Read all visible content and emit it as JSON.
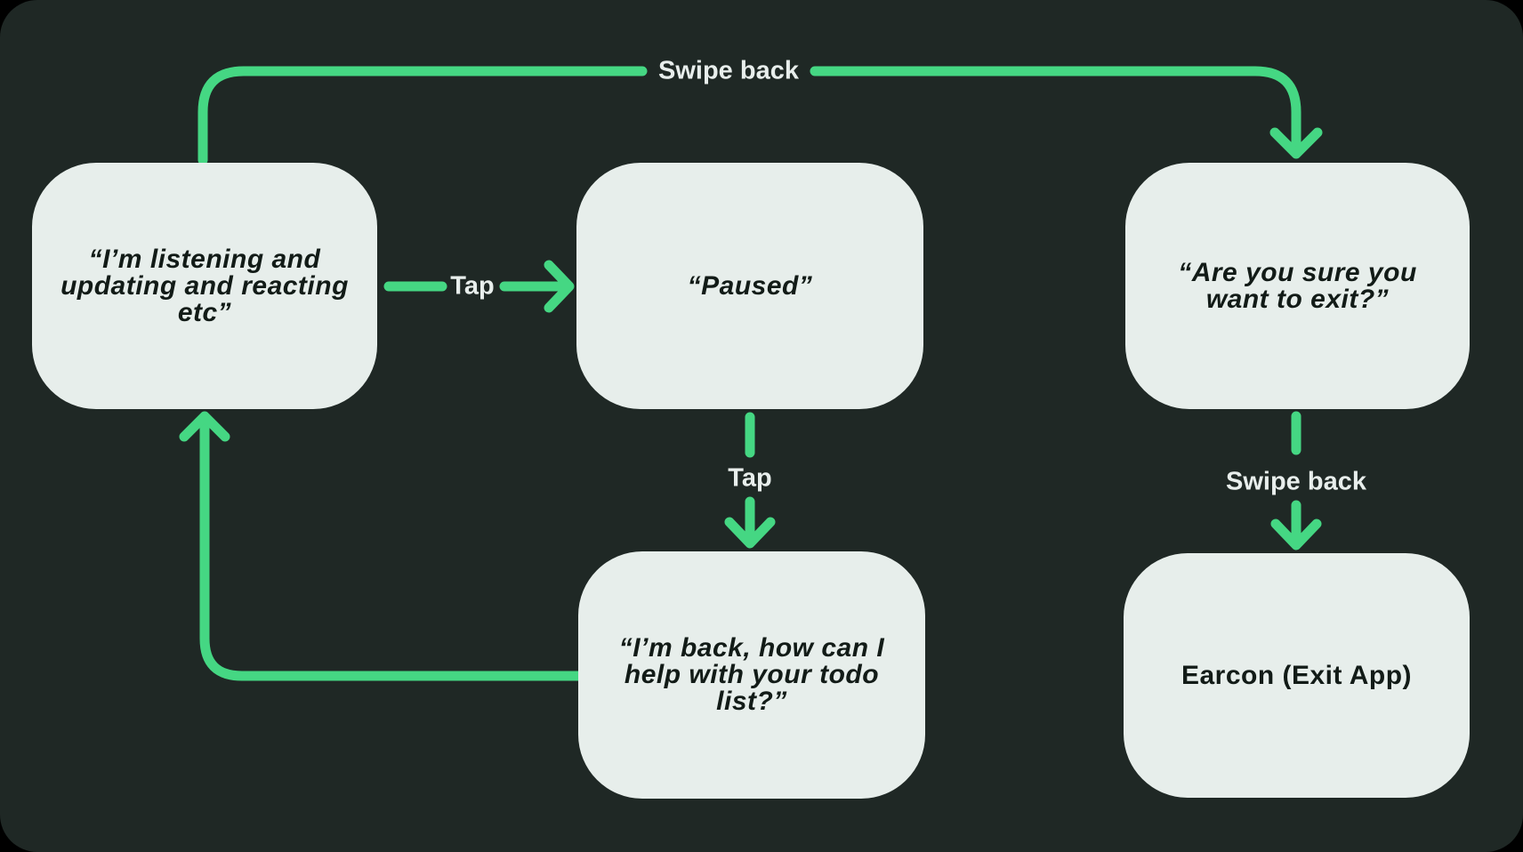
{
  "colors": {
    "page_bg": "#000000",
    "canvas_bg": "#1f2825",
    "box_fill": "#e7eeeb",
    "box_text": "#121b17",
    "arrow_green": "#45d783",
    "label_text": "#e8eeec"
  },
  "nodes": {
    "listening": {
      "lines": [
        "“I’m listening and",
        "updating and reacting",
        "etc”"
      ]
    },
    "paused": {
      "lines": [
        "“Paused”"
      ]
    },
    "exit_confirm": {
      "lines": [
        "“Are you sure you",
        "want to exit?”"
      ]
    },
    "back_help": {
      "lines": [
        "“I’m back, how can I",
        "help with your todo",
        "list?”"
      ]
    },
    "earcon": {
      "lines": [
        "Earcon (Exit App)"
      ]
    }
  },
  "edges": {
    "swipe_back_top": {
      "label": "Swipe back"
    },
    "tap_pause": {
      "label": "Tap"
    },
    "tap_resume": {
      "label": "Tap"
    },
    "swipe_back_exit": {
      "label": "Swipe back"
    }
  }
}
